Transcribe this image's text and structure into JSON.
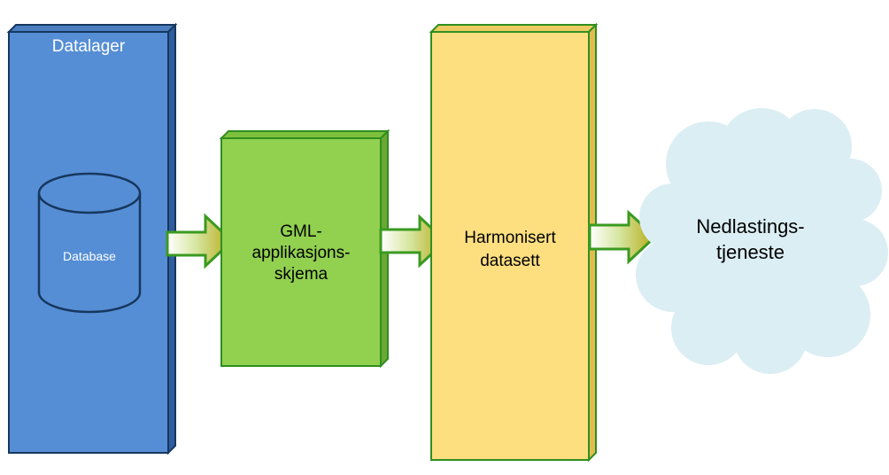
{
  "diagram": {
    "datalager": {
      "label": "Datalager"
    },
    "database": {
      "label": "Database"
    },
    "gml": {
      "lines": [
        "GML-",
        "applikasjons-",
        "skjema"
      ]
    },
    "harmonisert": {
      "lines": [
        "Harmonisert",
        "datasett"
      ]
    },
    "nedlasting": {
      "lines": [
        "Nedlastings-",
        "tjeneste"
      ]
    }
  },
  "colors": {
    "datalager_fill": "#558ed5",
    "datalager_border": "#17375e",
    "gml_fill": "#92d050",
    "harmonisert_fill": "#fedf80",
    "box_border": "#2f8f1f",
    "cloud_fill": "#dbeef4",
    "arrow_border": "#3a9a20"
  }
}
